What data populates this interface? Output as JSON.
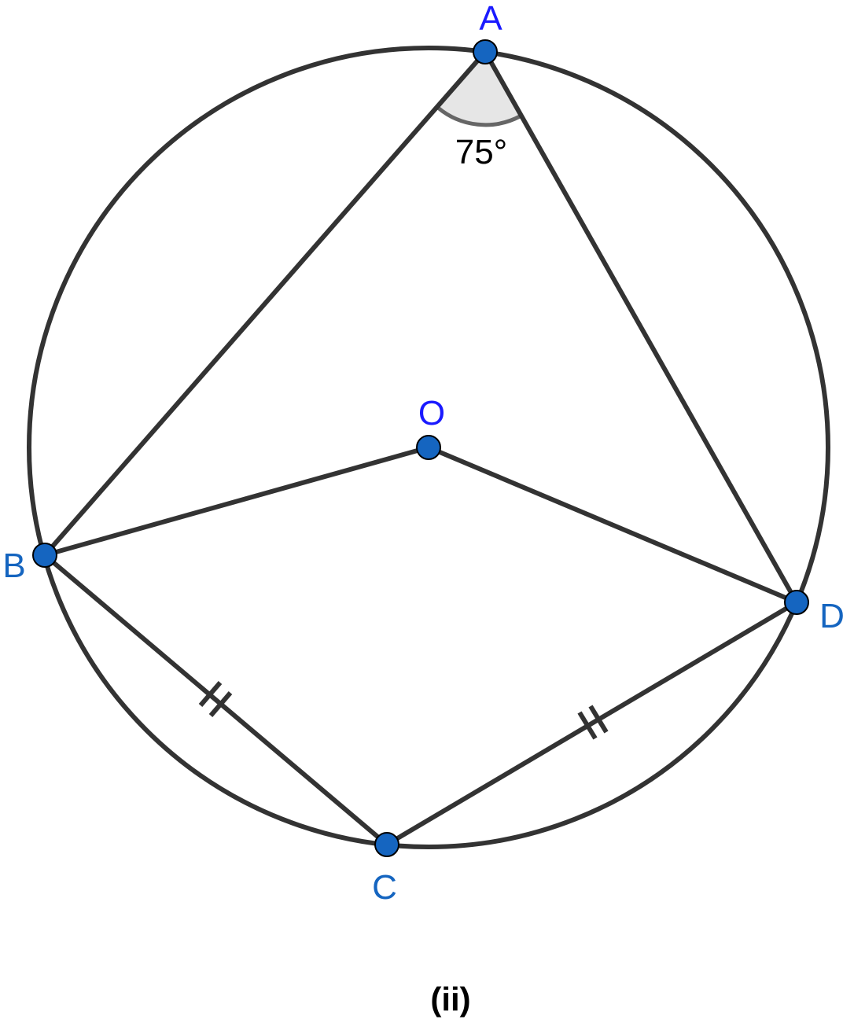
{
  "diagram": {
    "caption": "(ii)",
    "angle_label": "75°",
    "points": {
      "A": {
        "label": "A",
        "color": "#1a1aff"
      },
      "B": {
        "label": "B",
        "color": "#1565c0"
      },
      "C": {
        "label": "C",
        "color": "#1565c0"
      },
      "D": {
        "label": "D",
        "color": "#1565c0"
      },
      "O": {
        "label": "O",
        "color": "#1a1aff"
      }
    },
    "colors": {
      "stroke": "#333333",
      "point_fill": "#1565c0",
      "angle_fill": "#e6e6e6",
      "angle_arc": "#666666"
    }
  }
}
